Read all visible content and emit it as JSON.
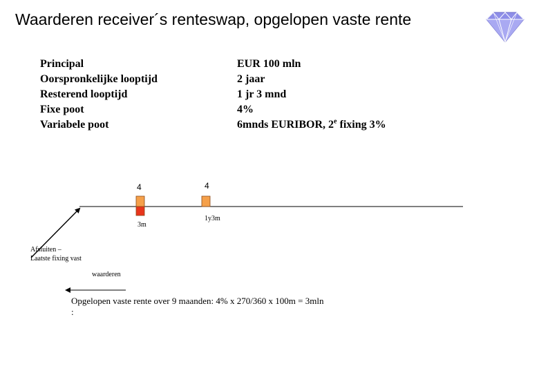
{
  "slide": {
    "title": "Waarderen receiver´s renteswap, opgelopen vaste rente"
  },
  "params": {
    "labels": [
      "Principal",
      "Oorspronkelijke looptijd",
      "Resterend looptijd",
      "Fixe poot",
      "Variabele poot"
    ],
    "values": [
      "EUR 100 mln",
      "2 jaar",
      "1 jr 3 mnd",
      "4%"
    ],
    "variabele_value_prefix": "6mnds EURIBOR, 2",
    "variabele_value_sup": "e",
    "variabele_value_suffix": " fixing 3%"
  },
  "timeline": {
    "cashflow1_top": "4",
    "cashflow1_bottom": "3m",
    "cashflow2_top": "4",
    "cashflow2_bottom": "1y3m",
    "colors": {
      "fixed": "#F5A04A",
      "floating": "#E8351C",
      "border": "#8B4A1A",
      "arrow": "#000000"
    }
  },
  "annotations": {
    "afsluiten_line1": "Afsluiten –",
    "afsluiten_line2": "Laatste fixing vast",
    "waarderen": "waarderen",
    "calc_line1": "Opgelopen vaste rente over 9 maanden: 4% x 270/360 x 100m = 3mln",
    "calc_line2": ":"
  },
  "decor": {
    "gem_color": "#8E8EE8",
    "icon": "diamond-icon"
  }
}
